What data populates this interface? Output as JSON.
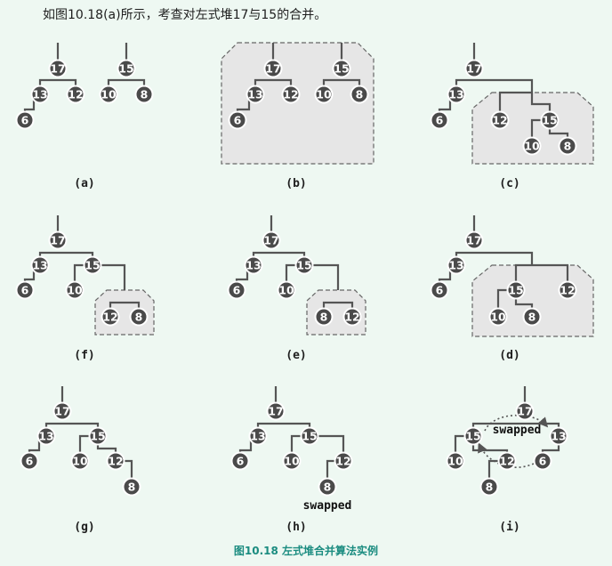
{
  "intro_text": "如图10.18(a)所示，考查对左式堆17与15的合并。",
  "figure_caption": "图10.18  左式堆合并算法实例",
  "panels": [
    {
      "id": "a",
      "label": "(a)"
    },
    {
      "id": "b",
      "label": "(b)"
    },
    {
      "id": "c",
      "label": "(c)"
    },
    {
      "id": "f",
      "label": "(f)"
    },
    {
      "id": "e",
      "label": "(e)"
    },
    {
      "id": "d",
      "label": "(d)"
    },
    {
      "id": "g",
      "label": "(g)"
    },
    {
      "id": "h",
      "label": "(h)"
    },
    {
      "id": "i",
      "label": "(i)"
    }
  ],
  "annotations": {
    "h_swapped": "swapped",
    "i_swapped": "swapped"
  },
  "node_values": {
    "a": [
      "17",
      "13",
      "12",
      "6",
      "15",
      "10",
      "8"
    ],
    "b": [
      "17",
      "13",
      "12",
      "6",
      "15",
      "10",
      "8"
    ],
    "c": [
      "17",
      "13",
      "6",
      "12",
      "15",
      "10",
      "8"
    ],
    "f": [
      "17",
      "13",
      "6",
      "15",
      "10",
      "12",
      "8"
    ],
    "e": [
      "17",
      "13",
      "6",
      "15",
      "10",
      "8",
      "12"
    ],
    "d": [
      "17",
      "13",
      "6",
      "15",
      "10",
      "8",
      "12"
    ],
    "g": [
      "17",
      "13",
      "6",
      "15",
      "10",
      "12",
      "8"
    ],
    "h": [
      "17",
      "13",
      "6",
      "15",
      "10",
      "12",
      "8"
    ],
    "i": [
      "17",
      "15",
      "10",
      "12",
      "8",
      "13",
      "6"
    ]
  },
  "colors": {
    "background": "#eef8f2",
    "node_fill": "#4a4a4a",
    "node_ring": "#ffffff",
    "node_text": "#ffffff",
    "edge": "#555555",
    "region_fill": "#e6e6e6",
    "region_border": "#666666",
    "caption": "#1b8c80",
    "text": "#1e1e1e"
  }
}
